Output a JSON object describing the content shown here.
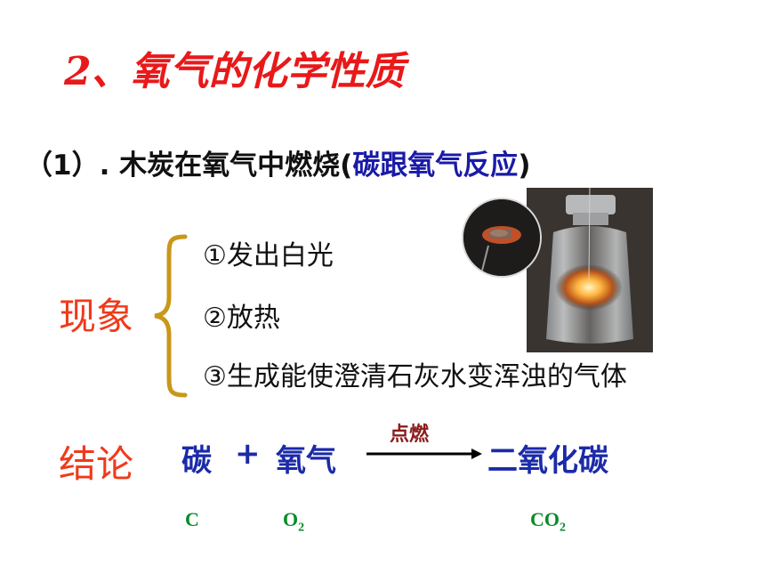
{
  "title": "2、氧气的化学性质",
  "subtitle": {
    "prefix": "（1）. 木炭在氧气中燃烧(",
    "highlight": "碳跟氧气反应",
    "suffix": ")"
  },
  "phenomena": {
    "label": "现象",
    "items": [
      "①发出白光",
      "②放热",
      "③生成能使澄清石灰水变浑浊的气体"
    ]
  },
  "conclusion": {
    "label": "结论",
    "reactant1": "碳",
    "plus": "+",
    "reactant2": "氧气",
    "condition": "点燃",
    "product": "二氧化碳"
  },
  "formulas": {
    "reactant1": "C",
    "reactant2_base": "O",
    "reactant2_sub": "2",
    "product_base": "CO",
    "product_sub": "2"
  }
}
